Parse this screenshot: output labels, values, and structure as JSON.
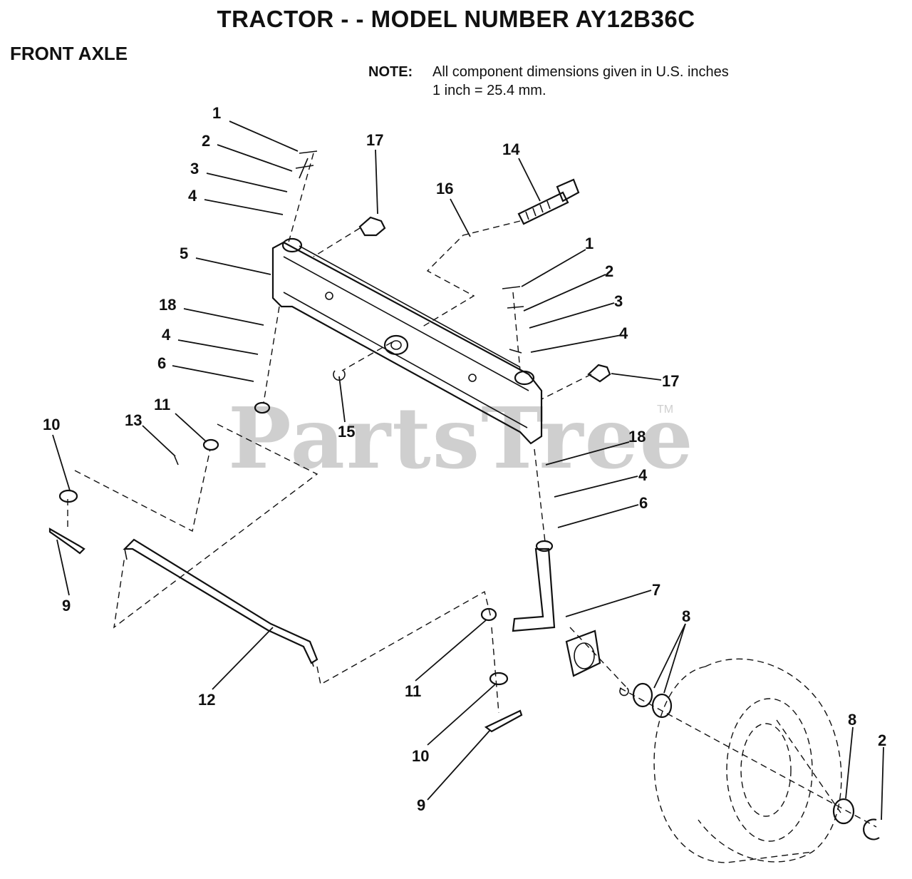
{
  "title": "TRACTOR - - MODEL NUMBER AY12B36C",
  "section": "FRONT AXLE",
  "note": {
    "label": "NOTE:",
    "line1": "All component dimensions given in U.S. inches",
    "line2": "1 inch = 25.4 mm."
  },
  "watermark": {
    "text": "PartsTree",
    "mark": "TM"
  },
  "callouts": [
    {
      "id": "c1a",
      "label": "1"
    },
    {
      "id": "c2a",
      "label": "2"
    },
    {
      "id": "c3a",
      "label": "3"
    },
    {
      "id": "c4a",
      "label": "4"
    },
    {
      "id": "c5",
      "label": "5"
    },
    {
      "id": "c18a",
      "label": "18"
    },
    {
      "id": "c4b",
      "label": "4"
    },
    {
      "id": "c6a",
      "label": "6"
    },
    {
      "id": "c17a",
      "label": "17"
    },
    {
      "id": "c14",
      "label": "14"
    },
    {
      "id": "c16",
      "label": "16"
    },
    {
      "id": "c1b",
      "label": "1"
    },
    {
      "id": "c2b",
      "label": "2"
    },
    {
      "id": "c3b",
      "label": "3"
    },
    {
      "id": "c4c",
      "label": "4"
    },
    {
      "id": "c17b",
      "label": "17"
    },
    {
      "id": "c15",
      "label": "15"
    },
    {
      "id": "c18b",
      "label": "18"
    },
    {
      "id": "c4d",
      "label": "4"
    },
    {
      "id": "c6b",
      "label": "6"
    },
    {
      "id": "c7",
      "label": "7"
    },
    {
      "id": "c8a",
      "label": "8"
    },
    {
      "id": "c8b",
      "label": "8"
    },
    {
      "id": "c2c",
      "label": "2"
    },
    {
      "id": "c10a",
      "label": "10"
    },
    {
      "id": "c13",
      "label": "13"
    },
    {
      "id": "c11a",
      "label": "11"
    },
    {
      "id": "c9a",
      "label": "9"
    },
    {
      "id": "c12",
      "label": "12"
    },
    {
      "id": "c11b",
      "label": "11"
    },
    {
      "id": "c10b",
      "label": "10"
    },
    {
      "id": "c9b",
      "label": "9"
    }
  ]
}
